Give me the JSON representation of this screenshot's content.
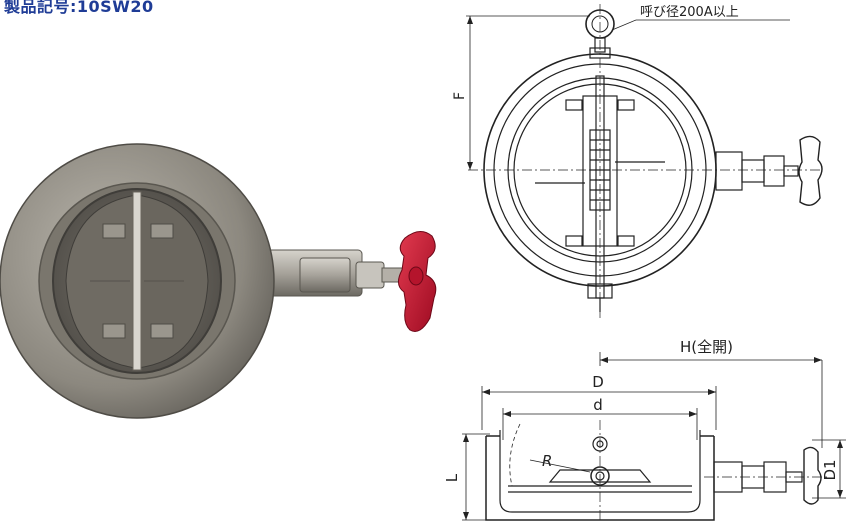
{
  "product_code": "製品記号:10SW20",
  "note_size": "呼び径200A以上",
  "dim_F": "F",
  "dim_H": "H(全開)",
  "dim_D": "D",
  "dim_d": "d",
  "dim_R": "R",
  "dim_L": "L",
  "dim_D1": "D1",
  "colors": {
    "title": "#1f3c96",
    "handwheel": "#c8102e",
    "body": "#8a8780",
    "line": "#222222"
  }
}
